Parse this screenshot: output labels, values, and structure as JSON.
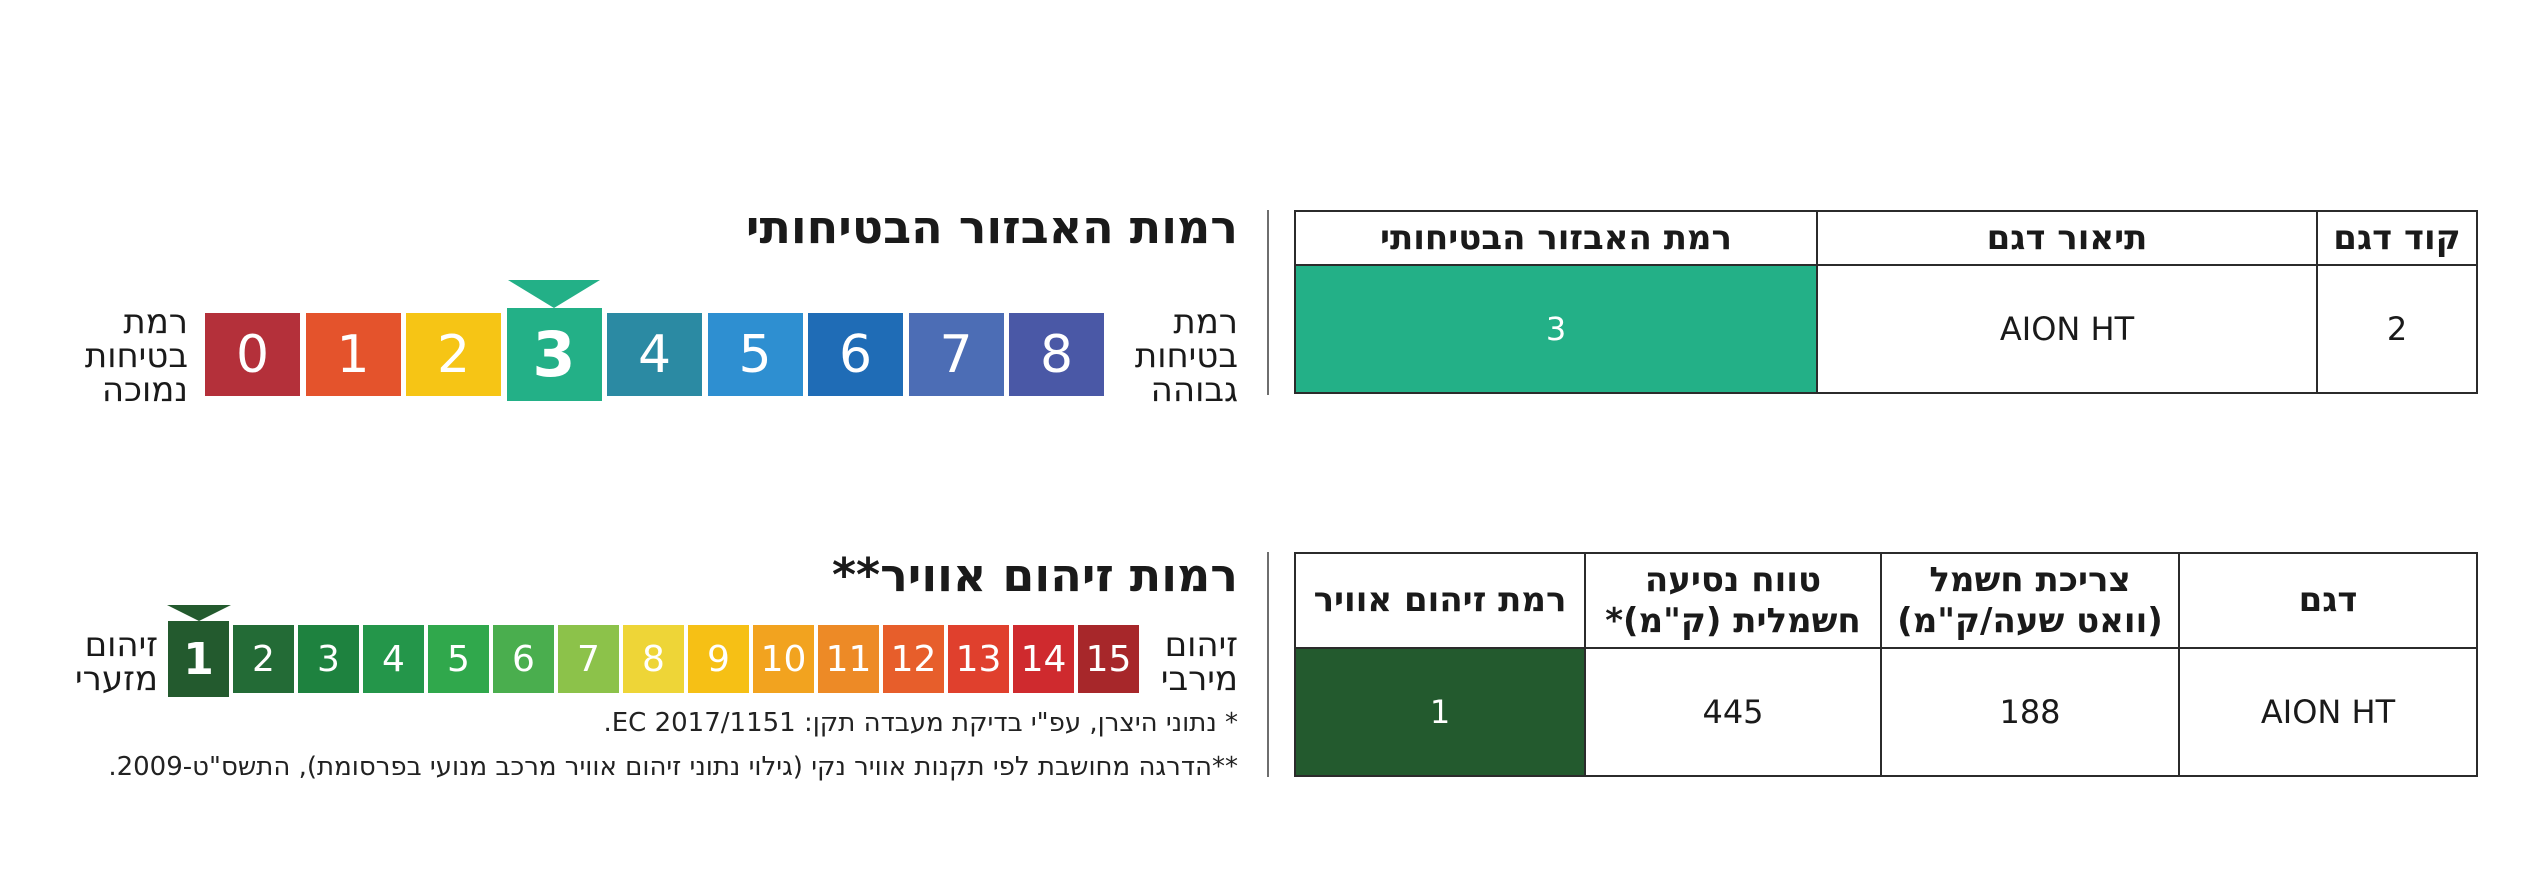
{
  "safety": {
    "title": "רמות האבזור הבטיחותי",
    "label_low": [
      "רמת",
      "בטיחות",
      "נמוכה"
    ],
    "label_high": [
      "רמת",
      "בטיחות",
      "גבוהה"
    ],
    "levels": [
      {
        "n": "0",
        "color": "#b4303a"
      },
      {
        "n": "1",
        "color": "#e4532c"
      },
      {
        "n": "2",
        "color": "#f6c515"
      },
      {
        "n": "3",
        "color": "#23b087"
      },
      {
        "n": "4",
        "color": "#2b8aa3"
      },
      {
        "n": "5",
        "color": "#2e8fd1"
      },
      {
        "n": "6",
        "color": "#1f6cb6"
      },
      {
        "n": "7",
        "color": "#4c6db5"
      },
      {
        "n": "8",
        "color": "#4a58a6"
      }
    ],
    "selected": "3",
    "table": {
      "headers": {
        "code": "קוד דגם",
        "desc": "תיאור דגם",
        "level": "רמת האבזור הבטיחותי"
      },
      "row": {
        "code": "2",
        "desc": "AION HT",
        "level": "3"
      },
      "level_color": "#23b087"
    }
  },
  "pollution": {
    "title": "רמות זיהום אוויר**",
    "label_low": [
      "זיהום",
      "מזערי"
    ],
    "label_high": [
      "זיהום",
      "מירבי"
    ],
    "levels": [
      {
        "n": "1",
        "color": "#235a2e"
      },
      {
        "n": "2",
        "color": "#236b36"
      },
      {
        "n": "3",
        "color": "#1e823f"
      },
      {
        "n": "4",
        "color": "#24964a"
      },
      {
        "n": "5",
        "color": "#30a84c"
      },
      {
        "n": "6",
        "color": "#4aae4e"
      },
      {
        "n": "7",
        "color": "#8cc24a"
      },
      {
        "n": "8",
        "color": "#eed537"
      },
      {
        "n": "9",
        "color": "#f6c015"
      },
      {
        "n": "10",
        "color": "#f2a31f"
      },
      {
        "n": "11",
        "color": "#ed8a26"
      },
      {
        "n": "12",
        "color": "#e75e2b"
      },
      {
        "n": "13",
        "color": "#e0402d"
      },
      {
        "n": "14",
        "color": "#cf2a2e"
      },
      {
        "n": "15",
        "color": "#a7272a"
      }
    ],
    "selected": "1",
    "table": {
      "headers": {
        "model": "דגם",
        "consumption": [
          "צריכת חשמל",
          "(וואט שעה/ק\"מ)"
        ],
        "range": [
          "טווח נסיעה",
          "חשמלית (ק\"מ)*"
        ],
        "level": "רמת זיהום אוויר"
      },
      "row": {
        "model": "AION HT",
        "consumption": "188",
        "range": "445",
        "level": "1"
      },
      "level_color": "#235a2e"
    },
    "notes": [
      "* נתוני היצרן, עפ\"י בדיקת מעבדה תקן: EC 2017/1151.",
      "**הדרגה מחושבת לפי תקנות אוויר נקי (גילוי נתוני זיהום אוויר מרכב מנועי בפרסומת), התשס\"ט-2009."
    ]
  }
}
